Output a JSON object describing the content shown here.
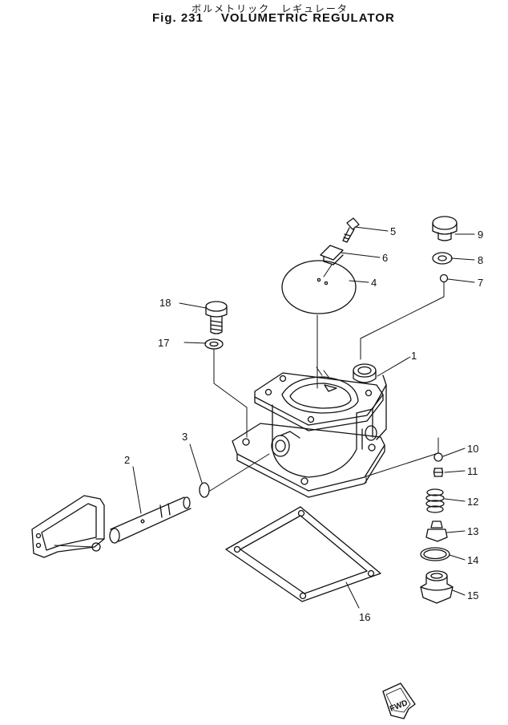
{
  "title": {
    "japanese": "ボルメトリック　レギュレータ",
    "figure": "Fig. 231",
    "name": "VOLUMETRIC REGULATOR"
  },
  "parts": [
    {
      "num": "1"
    },
    {
      "num": "2"
    },
    {
      "num": "3"
    },
    {
      "num": "4"
    },
    {
      "num": "5"
    },
    {
      "num": "6"
    },
    {
      "num": "7"
    },
    {
      "num": "8"
    },
    {
      "num": "9"
    },
    {
      "num": "10"
    },
    {
      "num": "11"
    },
    {
      "num": "12"
    },
    {
      "num": "13"
    },
    {
      "num": "14"
    },
    {
      "num": "15"
    },
    {
      "num": "16"
    },
    {
      "num": "17"
    },
    {
      "num": "18"
    }
  ],
  "fwd_mark": "FWD"
}
